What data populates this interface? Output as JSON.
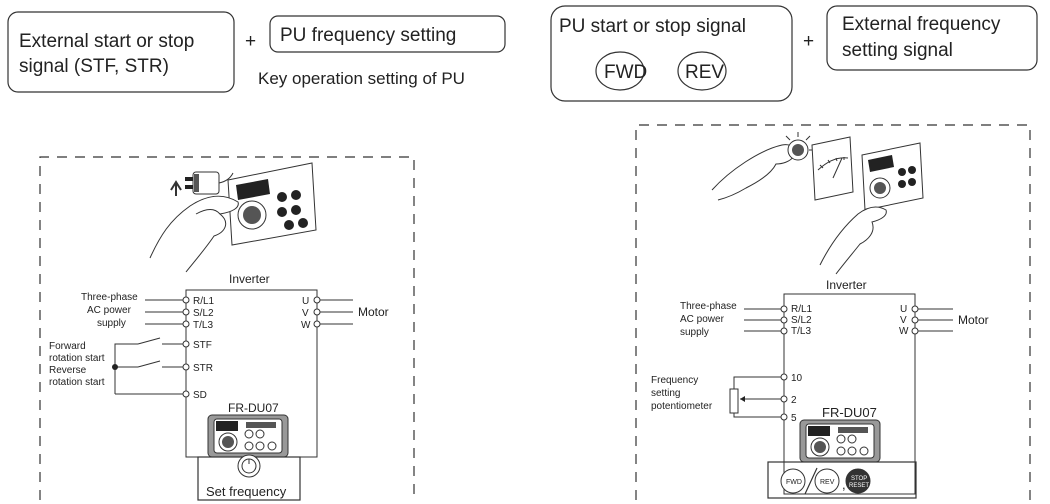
{
  "top_left": {
    "external_box_line1": "External start or stop",
    "external_box_line2": "signal (STF, STR)",
    "plus": "+",
    "pu_freq_box": "PU frequency setting",
    "key_operation": "Key operation setting of PU"
  },
  "top_right": {
    "pu_start_box": "PU start or stop signal",
    "fwd": "FWD",
    "rev": "REV",
    "plus": "+",
    "ext_freq_line1": "External frequency",
    "ext_freq_line2": "setting signal"
  },
  "left_diagram": {
    "inverter": "Inverter",
    "power_line1": "Three-phase",
    "power_line2": "AC power",
    "power_line3": "supply",
    "t_rl1": "R/L1",
    "t_sl2": "S/L2",
    "t_tl3": "T/L3",
    "t_u": "U",
    "t_v": "V",
    "t_w": "W",
    "motor": "Motor",
    "fwd_line1": "Forward",
    "fwd_line2": "rotation start",
    "rev_line1": "Reverse",
    "rev_line2": "rotation start",
    "t_stf": "STF",
    "t_str": "STR",
    "t_sd": "SD",
    "panel": "FR-DU07",
    "set_frequency": "Set frequency"
  },
  "right_diagram": {
    "inverter": "Inverter",
    "power_line1": "Three-phase",
    "power_line2": "AC power",
    "power_line3": "supply",
    "t_rl1": "R/L1",
    "t_sl2": "S/L2",
    "t_tl3": "T/L3",
    "t_u": "U",
    "t_v": "V",
    "t_w": "W",
    "motor": "Motor",
    "pot_line1": "Frequency",
    "pot_line2": "setting",
    "pot_line3": "potentiometer",
    "t_10": "10",
    "t_2": "2",
    "t_5": "5",
    "panel": "FR-DU07",
    "btn_fwd": "FWD",
    "btn_rev": "REV",
    "btn_stop1": "STOP",
    "btn_stop2": "RESET",
    "comma": ","
  }
}
